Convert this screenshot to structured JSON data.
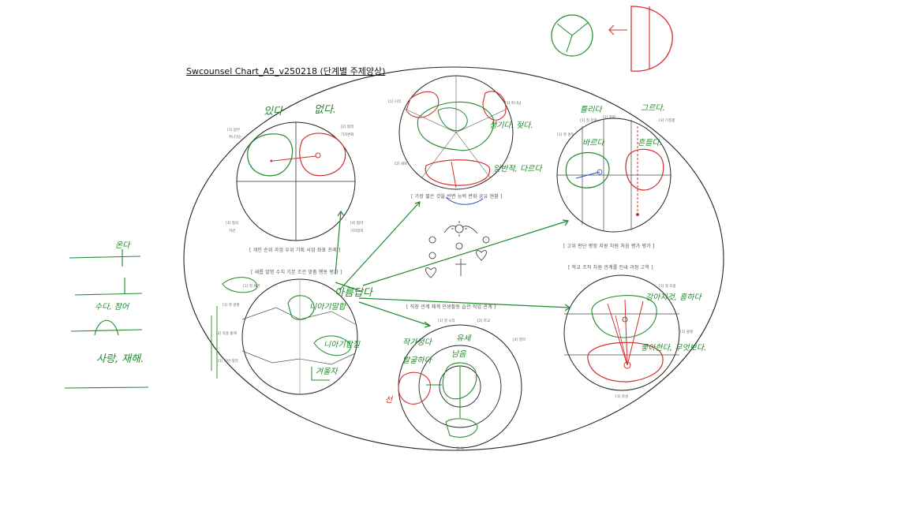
{
  "title": "Swcounsel Chart_A5_v250218 (단계별 주제양상)",
  "captions": {
    "top": "[ 가장 짧은 것을 반면 능력 변화 공유 현황 ]",
    "left": "[ 개인 순위 과업 우위 기획 사업 좌표 프레 ]",
    "left_lower": "[ 새롭 발명 수치 기본 조건 맞춤 행동 평가 ]",
    "right": "[ 고위 판단 평정 지원 차원 처음 평가 평가 ]",
    "right_lower": "[ 학교 조직 차원 관계를 인내 과정 고학 ]",
    "bottom": "[ 직장 관계 체계 인생활동 습관 직업 관계 ]"
  },
  "small_labels": {
    "c1_tl": "[1] 협무",
    "c1_tl2": "특나가는",
    "c1_tr": "[2] 협력",
    "c1_tr2": "가치변화",
    "c1_bl": "[3] 협의",
    "c1_bl2": "하반",
    "c1_br": "[4] 협약",
    "c1_br2": "가치정착",
    "c2_tl": "[1] 시작",
    "c2_tr": "[3] 마나남",
    "c2_l": "[2] 새로",
    "c3_t1": "[1] 첫 문학",
    "c3_t2": "[2] 차파",
    "c3_tr": "[3] 기종평",
    "c3_tl": "[1] 첫 원두",
    "c5_t": "[1] 첫 시작",
    "c5_t2": "[2] 학교",
    "c5_tr": "[4] 정리",
    "c5_bottom": "첫 위",
    "c6_tr": "[1] 첫 호흡",
    "c6_r": "[1] 클평",
    "c6_b": "[1] 작성",
    "c4_l1": "[1] 첫 원발",
    "c4_l2": "[2] 작용 통재",
    "c4_l3": "[3] 기반 정리",
    "c4_tl": "[1] 첫 위한"
  },
  "handwriting": {
    "c1_left": "있다",
    "c1_right": "없다.",
    "c2_right": "생기다. 젖다.",
    "c2_bottom": "일반적, 다르다",
    "c3_left": "바르다",
    "c3_right": "흔들다.",
    "c3_top_left": "틀리다",
    "c3_top_right": "그르다.",
    "center": "아름답다",
    "c4_right1": "니아기말합",
    "c4_right2": "니아기합질",
    "c4_bottom": "겨울자",
    "c5_top": "유세",
    "c5_left1": "작가정다",
    "c5_left2": "발굴하다",
    "c5_mid": "남음",
    "c5_red": "선",
    "c6_right1": "강아지것, 흥하다",
    "c6_right2": "좋아한다, 무엇보다.",
    "left_note1": "온다",
    "left_note2": "수다, 참어",
    "left_note3": "사랑, 재해."
  },
  "colors": {
    "ink": "#222222",
    "green": "#1f8a2a",
    "red": "#d32f2f",
    "blue": "#2b4fc2"
  }
}
